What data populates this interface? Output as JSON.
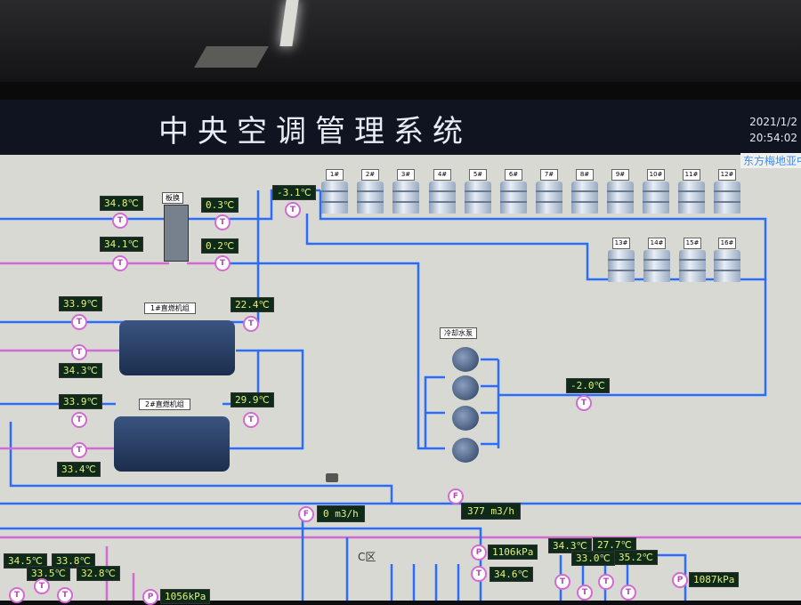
{
  "header": {
    "title": "中央空调管理系统",
    "date": "2021/1/2",
    "time": "20:54:02",
    "company": "东方梅地亚中"
  },
  "labels": {
    "hx": "板换",
    "chiller1": "1#直燃机组",
    "chiller2": "2#直燃机组",
    "pumps": "冷却水泵",
    "zone": "C区"
  },
  "temps": {
    "hx_in_top": "34.8℃",
    "hx_in_bot": "34.1℃",
    "hx_out_top": "0.3℃",
    "hx_out_bot": "0.2℃",
    "tower_top": "-3.1℃",
    "ch1_left_top": "33.9℃",
    "ch1_left_bot": "34.3℃",
    "ch1_right": "22.4℃",
    "ch2_left_top": "33.9℃",
    "ch2_left_bot": "33.4℃",
    "ch2_right": "29.9℃",
    "pump_return": "-2.0℃",
    "b1": "34.5℃",
    "b2": "33.5℃",
    "b3": "33.8℃",
    "b4": "32.8℃",
    "c1": "34.3℃",
    "c2": "33.0℃",
    "c3": "27.7℃",
    "c4": "35.2℃",
    "p_temp": "34.6℃"
  },
  "flows": {
    "f1": "0 m3/h",
    "f2": "377 m3/h"
  },
  "pressures": {
    "p1": "1106kPa",
    "p2": "1056kPa",
    "p3": "1087kPa"
  },
  "sensor_symbols": {
    "t": "T",
    "f": "F",
    "p": "P"
  },
  "towers": [
    "1#",
    "2#",
    "3#",
    "4#",
    "5#",
    "6#",
    "7#",
    "8#",
    "9#",
    "10#",
    "11#",
    "12#",
    "13#",
    "14#",
    "15#",
    "16#"
  ],
  "colors": {
    "supply": "#2a6cff",
    "return": "#d26ad2",
    "panel": "#d9d9d4"
  }
}
